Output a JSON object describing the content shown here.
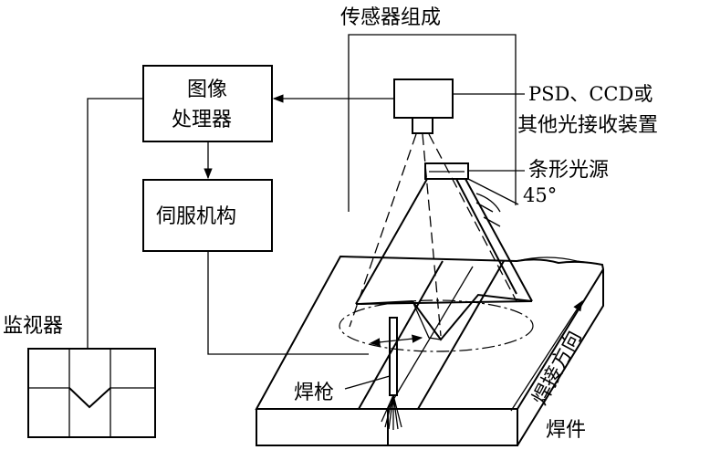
{
  "labels": {
    "sensor_group": "传感器组成",
    "image_proc_line1": "图像",
    "image_proc_line2": "处理器",
    "servo": "伺服机构",
    "monitor": "监视器",
    "receiver_line1": "PSD、CCD或",
    "receiver_line2": "其他光接收装置",
    "light_source": "条形光源",
    "angle": "45°",
    "torch": "焊枪",
    "weld_direction": "焊接方向",
    "workpiece": "焊件"
  }
}
